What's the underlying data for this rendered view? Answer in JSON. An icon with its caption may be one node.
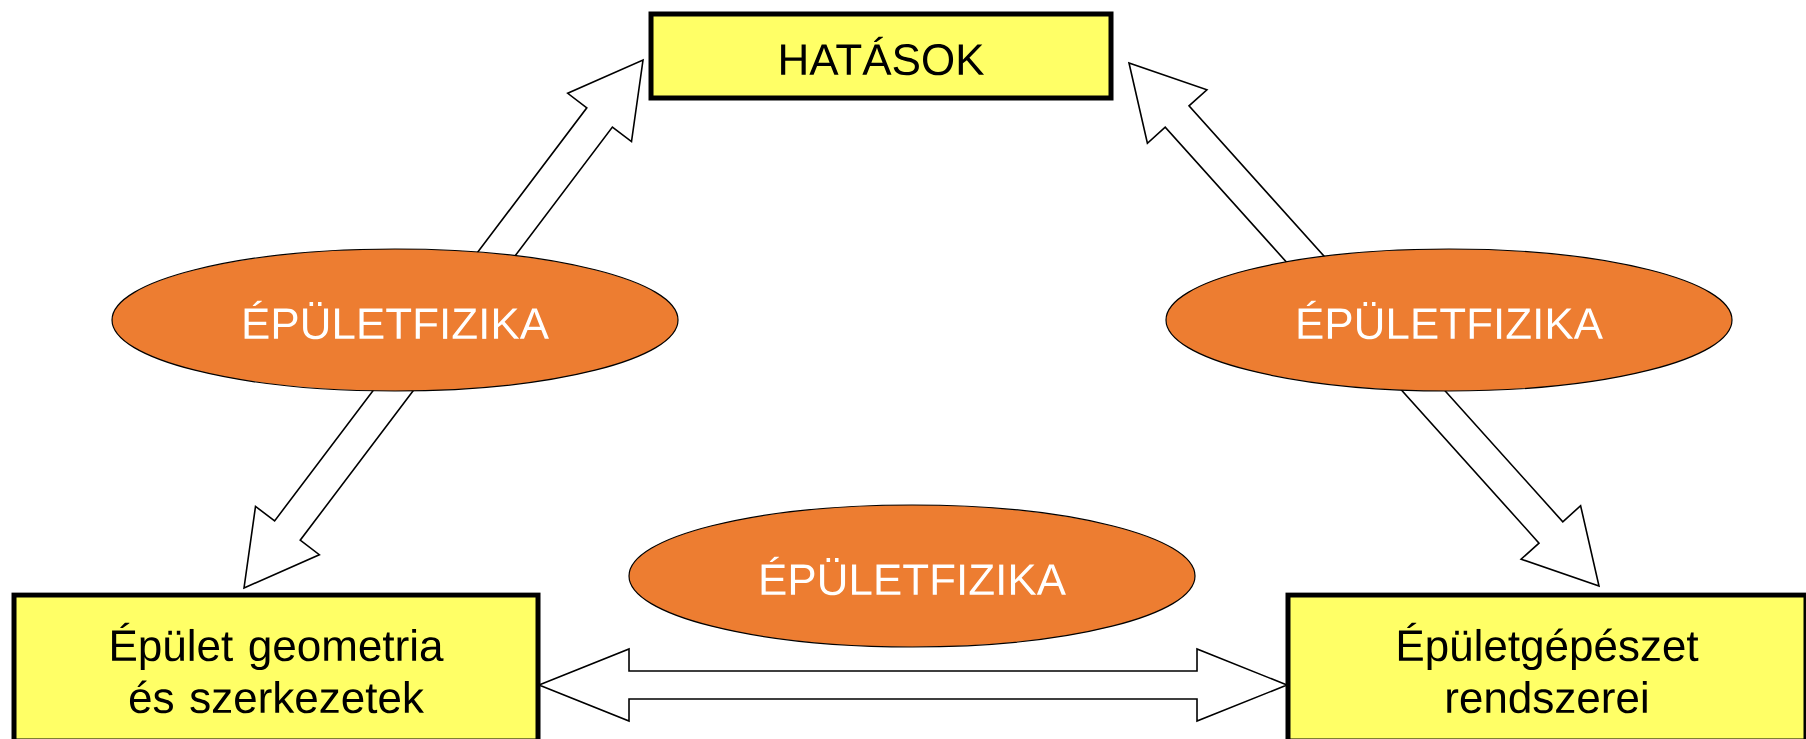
{
  "diagram": {
    "nodes": [
      {
        "text": [
          "HATÁSOK"
        ]
      },
      {
        "text": [
          "ÉPÜLETFIZIKA"
        ]
      },
      {
        "text": [
          "ÉPÜLETFIZIKA"
        ]
      },
      {
        "text": [
          "Épület geometria és szerkezetek"
        ]
      },
      {
        "text": [
          "ÉPÜLETFIZIKA"
        ]
      },
      {
        "text": [
          "Épületgépészet rendszerei"
        ]
      }
    ],
    "edges": [
      {
        "from": 3,
        "to": 0,
        "arrow": "both"
      },
      {
        "from": 0,
        "to": 5,
        "arrow": "both"
      },
      {
        "from": 3,
        "to": 5,
        "arrow": "both"
      }
    ]
  }
}
